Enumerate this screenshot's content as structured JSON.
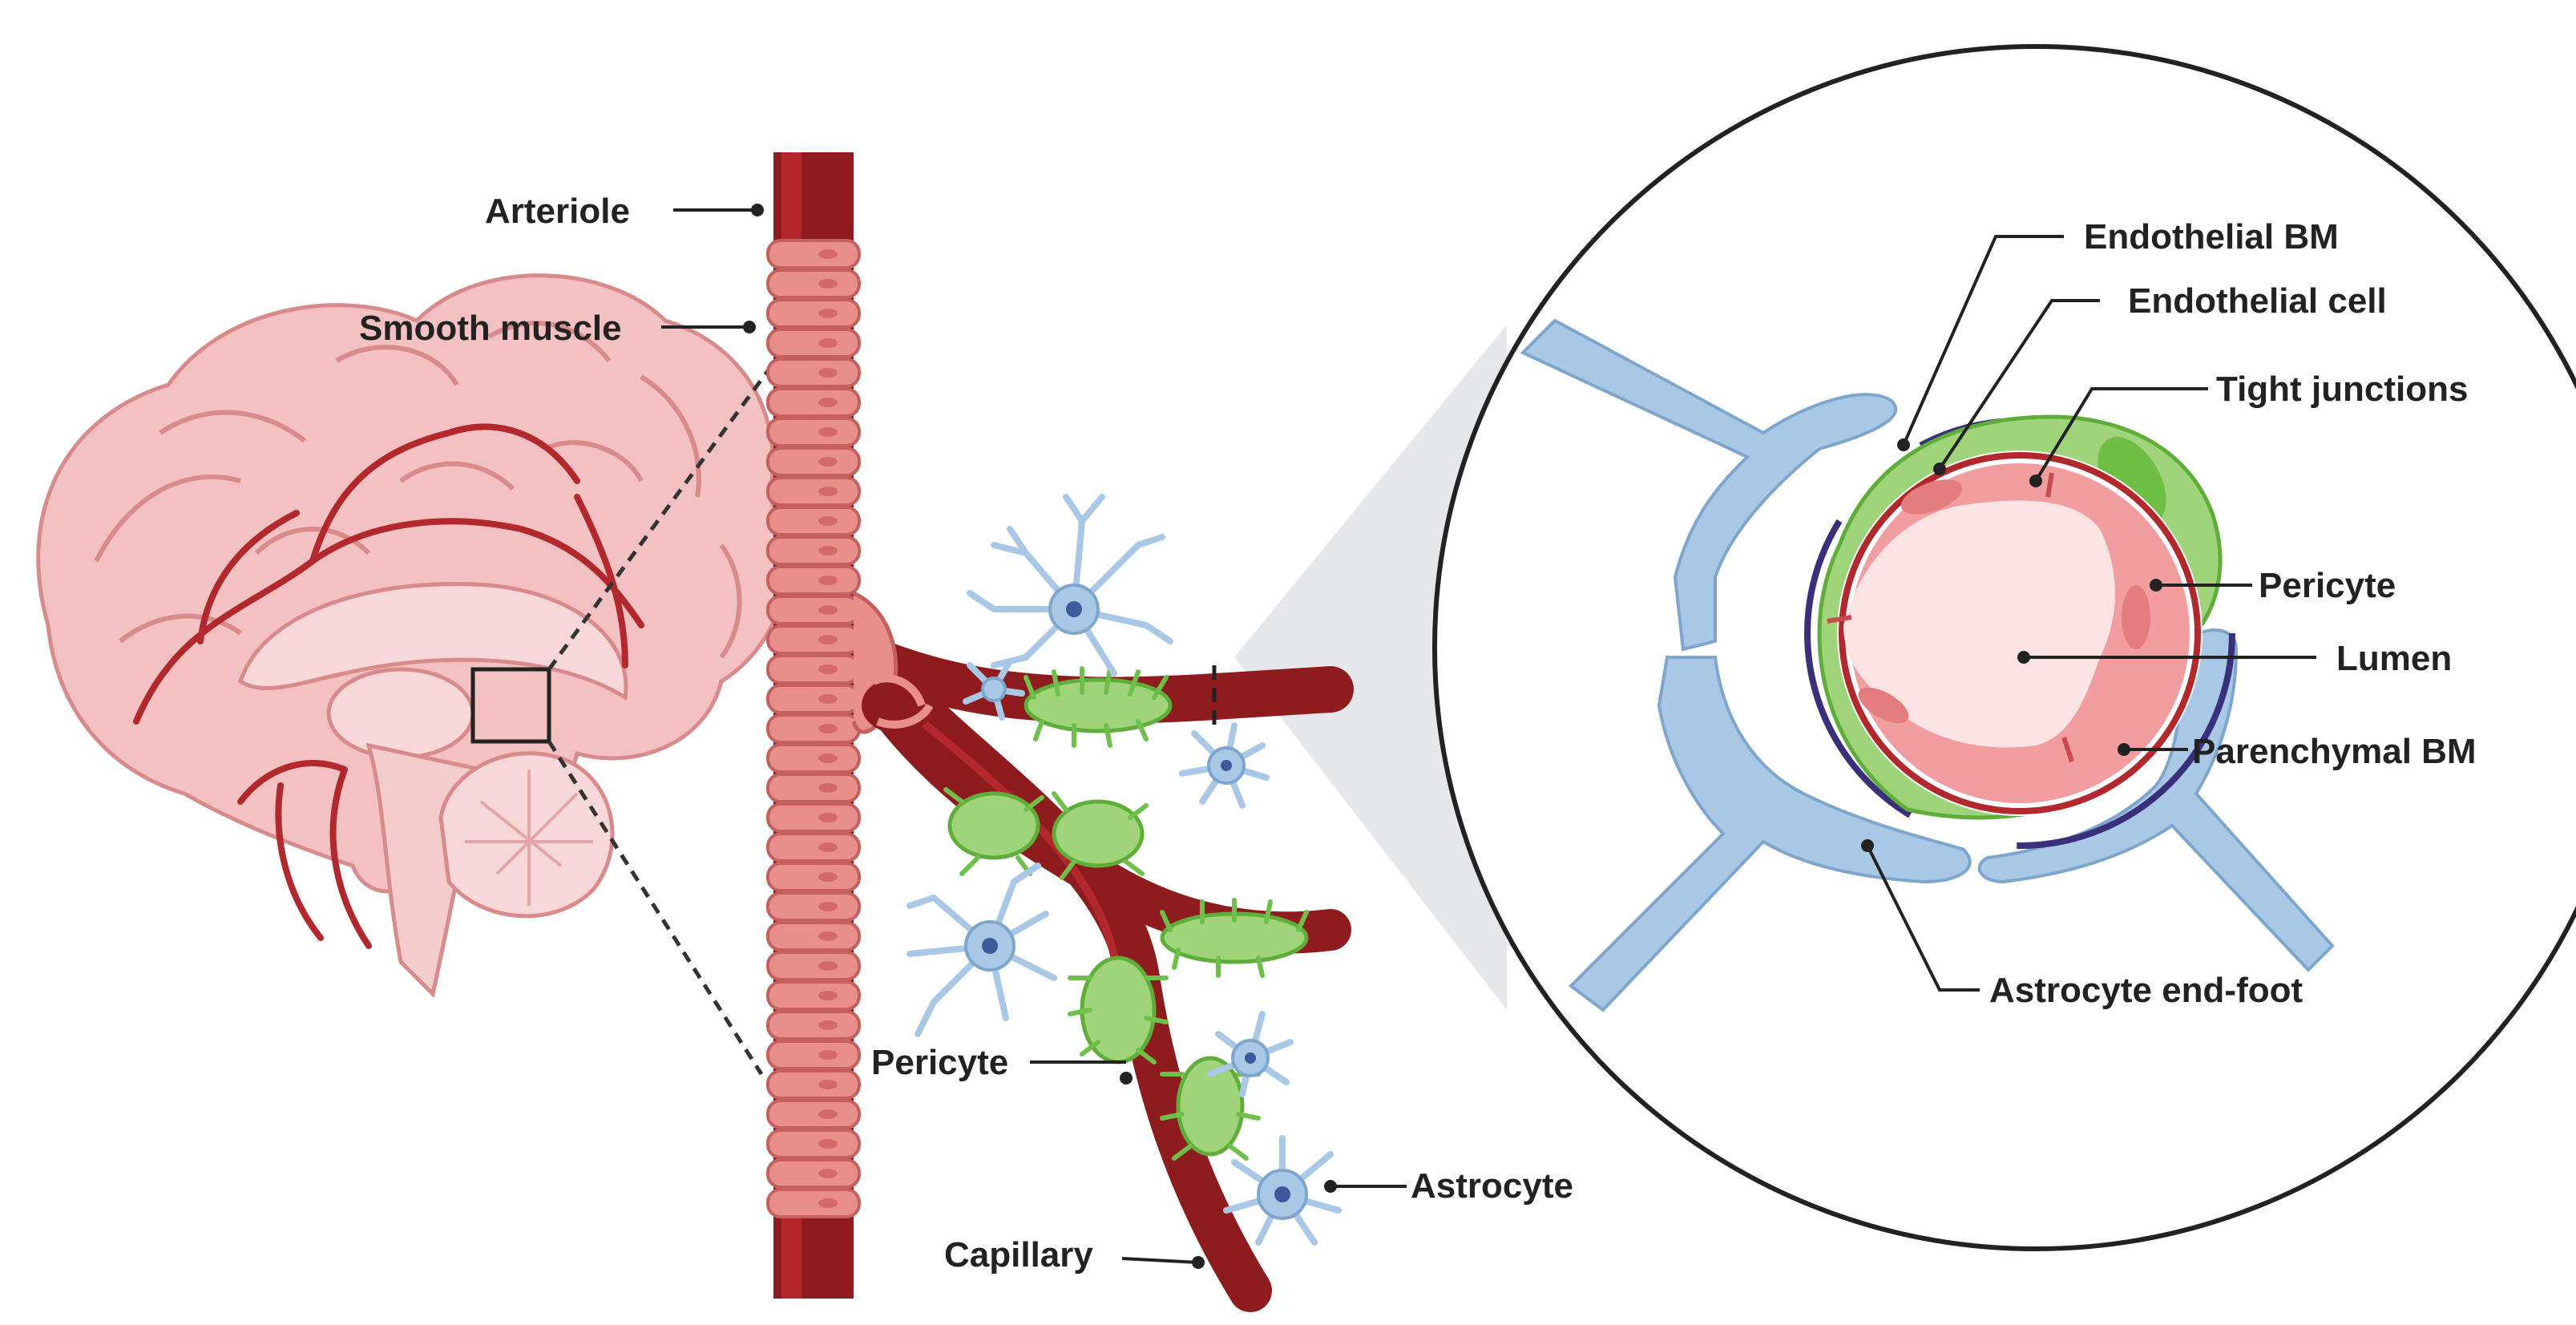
{
  "labels": {
    "arteriole": "Arteriole",
    "smooth_muscle": "Smooth muscle",
    "pericyte_left": "Pericyte",
    "capillary": "Capillary",
    "astrocyte": "Astrocyte",
    "endothelial_bm": "Endothelial BM",
    "endothelial_cell": "Endothelial cell",
    "tight_junctions": "Tight junctions",
    "pericyte_right": "Pericyte",
    "lumen": "Lumen",
    "parenchymal_bm": "Parenchymal BM",
    "astrocyte_end_foot": "Astrocyte end-foot"
  },
  "colors": {
    "vessel": "#8e1c1f",
    "vessel_highlight": "#b3282c",
    "smooth_muscle": "#e88f8c",
    "smooth_muscle_edge": "#c4605d",
    "pericyte": "#9fd47a",
    "pericyte_edge": "#5fae3a",
    "astrocyte": "#a9c8e6",
    "astrocyte_edge": "#7ea6cc",
    "brain": "#f3c1c1",
    "brain_edge": "#d98a8a",
    "lumen": "#fbe3e3",
    "basement_membrane": "#3a2f7a",
    "zoom_cone": "#e6e7ea"
  }
}
